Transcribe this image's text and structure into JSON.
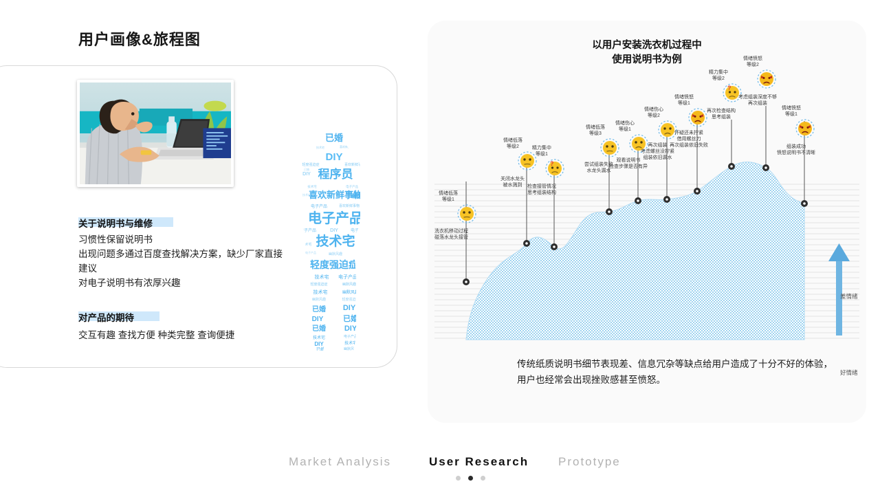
{
  "page_title": "用户画像&旅程图",
  "persona": {
    "photo_alt": "man-at-desk-photo",
    "sections": [
      {
        "heading": "关于说明书与维修",
        "body": "习惯性保留说明书\n出现问题多通过百度查找解决方案，缺少厂家直接建议\n对电子说明书有浓厚兴趣"
      },
      {
        "heading": "对产品的期待",
        "body": "交互有趣  查找方便  种类完整  查询便捷"
      }
    ],
    "wordcloud": {
      "words": [
        "已婚",
        "DIY",
        "程序员",
        "喜欢新鲜事物",
        "幽默风趣",
        "电子产品",
        "技术宅",
        "轻度强迫症",
        "技术宅",
        "DIY",
        "已婚"
      ],
      "color": "#4eb3ef"
    }
  },
  "journey": {
    "title_line1": "以用户安装洗衣机过程中",
    "title_line2": "使用说明书为例",
    "axis_top": "差情绪",
    "axis_bottom": "好情绪",
    "caption": "传统纸质说明书细节表现差、信息冗杂等缺点给用户造成了十分不好的体验，用户也经常会出现挫败感甚至愤怒。",
    "accent_color": "#9ed3f0",
    "arrow_color": "#5aa9dd"
  },
  "chart_data": {
    "type": "area",
    "title": "以用户安装洗衣机过程中使用说明书为例",
    "xlabel": "",
    "ylabel": "情绪",
    "ylim": [
      0,
      10
    ],
    "ytick_labels": [
      "好情绪",
      "差情绪"
    ],
    "grid": true,
    "legend": "none",
    "categories": [
      "洗衣机移动过程碰落水龙头接管",
      "关闭水龙头被水溅到",
      "检查接管情况思考组装结构",
      "尝试组装失败水龙头漏水",
      "观看说明书检查步骤是否有异",
      "再次组装考虑螺丝没拧紧组装依旧漏水",
      "怀疑还未拧紧借用螺丝刀再次组装依旧失败",
      "再次检查结构思考组装",
      "考虑组装深度不够再次组装",
      "组装成功愤怒说明书不清晰"
    ],
    "values": [
      1.2,
      4.3,
      3.6,
      5.6,
      5.6,
      6.5,
      6.9,
      6.9,
      8.3,
      7.7
    ],
    "points": [
      {
        "index": 1,
        "emotion": "情绪低落",
        "level": "等级1",
        "face": "neutral-sad-face",
        "face_color": "#f7c325",
        "desc_line1": "洗衣机移动过程",
        "desc_line2": "碰落水龙头接管",
        "value": 1.2
      },
      {
        "index": 2,
        "emotion": "情绪低落",
        "level": "等级2",
        "face": "neutral-sad-face",
        "face_color": "#f7c325",
        "desc_line1": "关闭水龙头",
        "desc_line2": "被水溅到",
        "value": 4.3
      },
      {
        "index": 3,
        "emotion": "精力集中",
        "level": "等级1",
        "face": "confused-question-face",
        "face_color": "#f7c325",
        "desc_line1": "检查接管情况",
        "desc_line2": "思考组装结构",
        "value": 3.6
      },
      {
        "index": 4,
        "emotion": "情绪低落",
        "level": "等级3",
        "face": "neutral-sad-face",
        "face_color": "#f7c325",
        "desc_line1": "尝试组装失败",
        "desc_line2": "水龙头漏水",
        "value": 5.6
      },
      {
        "index": 5,
        "emotion": "情绪伤心",
        "level": "等级1",
        "face": "sad-face",
        "face_color": "#f7c325",
        "desc_line1": "观看说明书",
        "desc_line2": "检查步骤是否有异",
        "value": 5.6
      },
      {
        "index": 6,
        "emotion": "情绪伤心",
        "level": "等级2",
        "face": "sad-face",
        "face_color": "#f7c325",
        "desc_line1": "再次组装",
        "desc_line2": "考虑螺丝没拧紧",
        "desc_line3": "组装依旧漏水",
        "value": 6.5
      },
      {
        "index": 7,
        "emotion": "情绪愤怒",
        "level": "等级1",
        "face": "angry-face",
        "face_color": "#f5b91c",
        "desc_line1": "怀疑还未拧紧",
        "desc_line2": "借用螺丝刀",
        "desc_line3": "再次组装依旧失败",
        "value": 6.9
      },
      {
        "index": 8,
        "emotion": "精力集中",
        "level": "等级2",
        "face": "confused-question-face",
        "face_color": "#f7c325",
        "desc_line1": "再次检查结构",
        "desc_line2": "思考组装",
        "value": 6.9
      },
      {
        "index": 9,
        "emotion": "情绪愤怒",
        "level": "等级2",
        "face": "angry-face",
        "face_color": "#f5b91c",
        "desc_line1": "考虑组装深度不够",
        "desc_line2": "再次组装",
        "value": 8.3
      },
      {
        "index": 10,
        "emotion": "情绪愤怒",
        "level": "等级1",
        "face": "angry-face",
        "face_color": "#f5b91c",
        "desc_line1": "组装成功",
        "desc_line2": "愤怒说明书不清晰",
        "value": 7.7
      }
    ]
  },
  "bottom_nav": {
    "items": [
      {
        "label": "Market  Analysis",
        "active": false
      },
      {
        "label": "User  Research",
        "active": true
      },
      {
        "label": "Prototype",
        "active": false
      }
    ],
    "dots": [
      false,
      true,
      false
    ]
  }
}
